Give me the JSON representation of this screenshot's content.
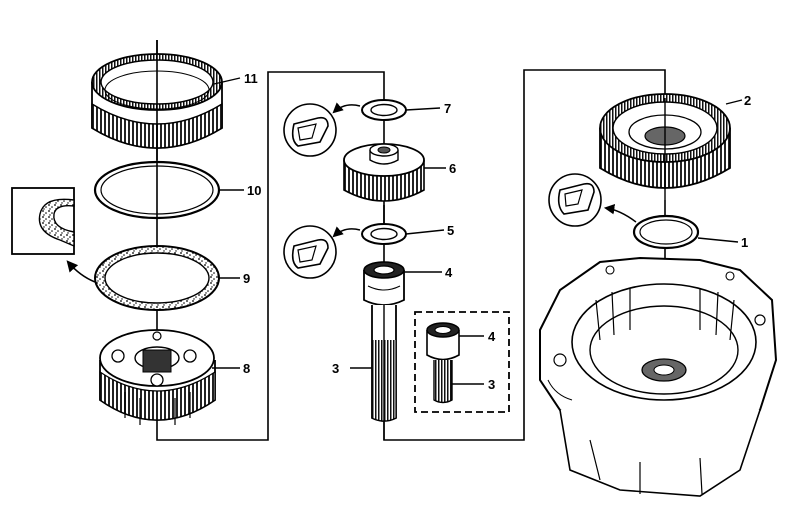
{
  "callouts": {
    "c1": "1",
    "c2": "2",
    "c3a": "3",
    "c3b": "3",
    "c4a": "4",
    "c4b": "4",
    "c5": "5",
    "c6": "6",
    "c7": "7",
    "c8": "8",
    "c9": "9",
    "c10": "10",
    "c11": "11"
  },
  "colors": {
    "line": "#000000",
    "paper": "#ffffff",
    "shade": "#6f6f6f",
    "light": "#bdbdbd"
  }
}
